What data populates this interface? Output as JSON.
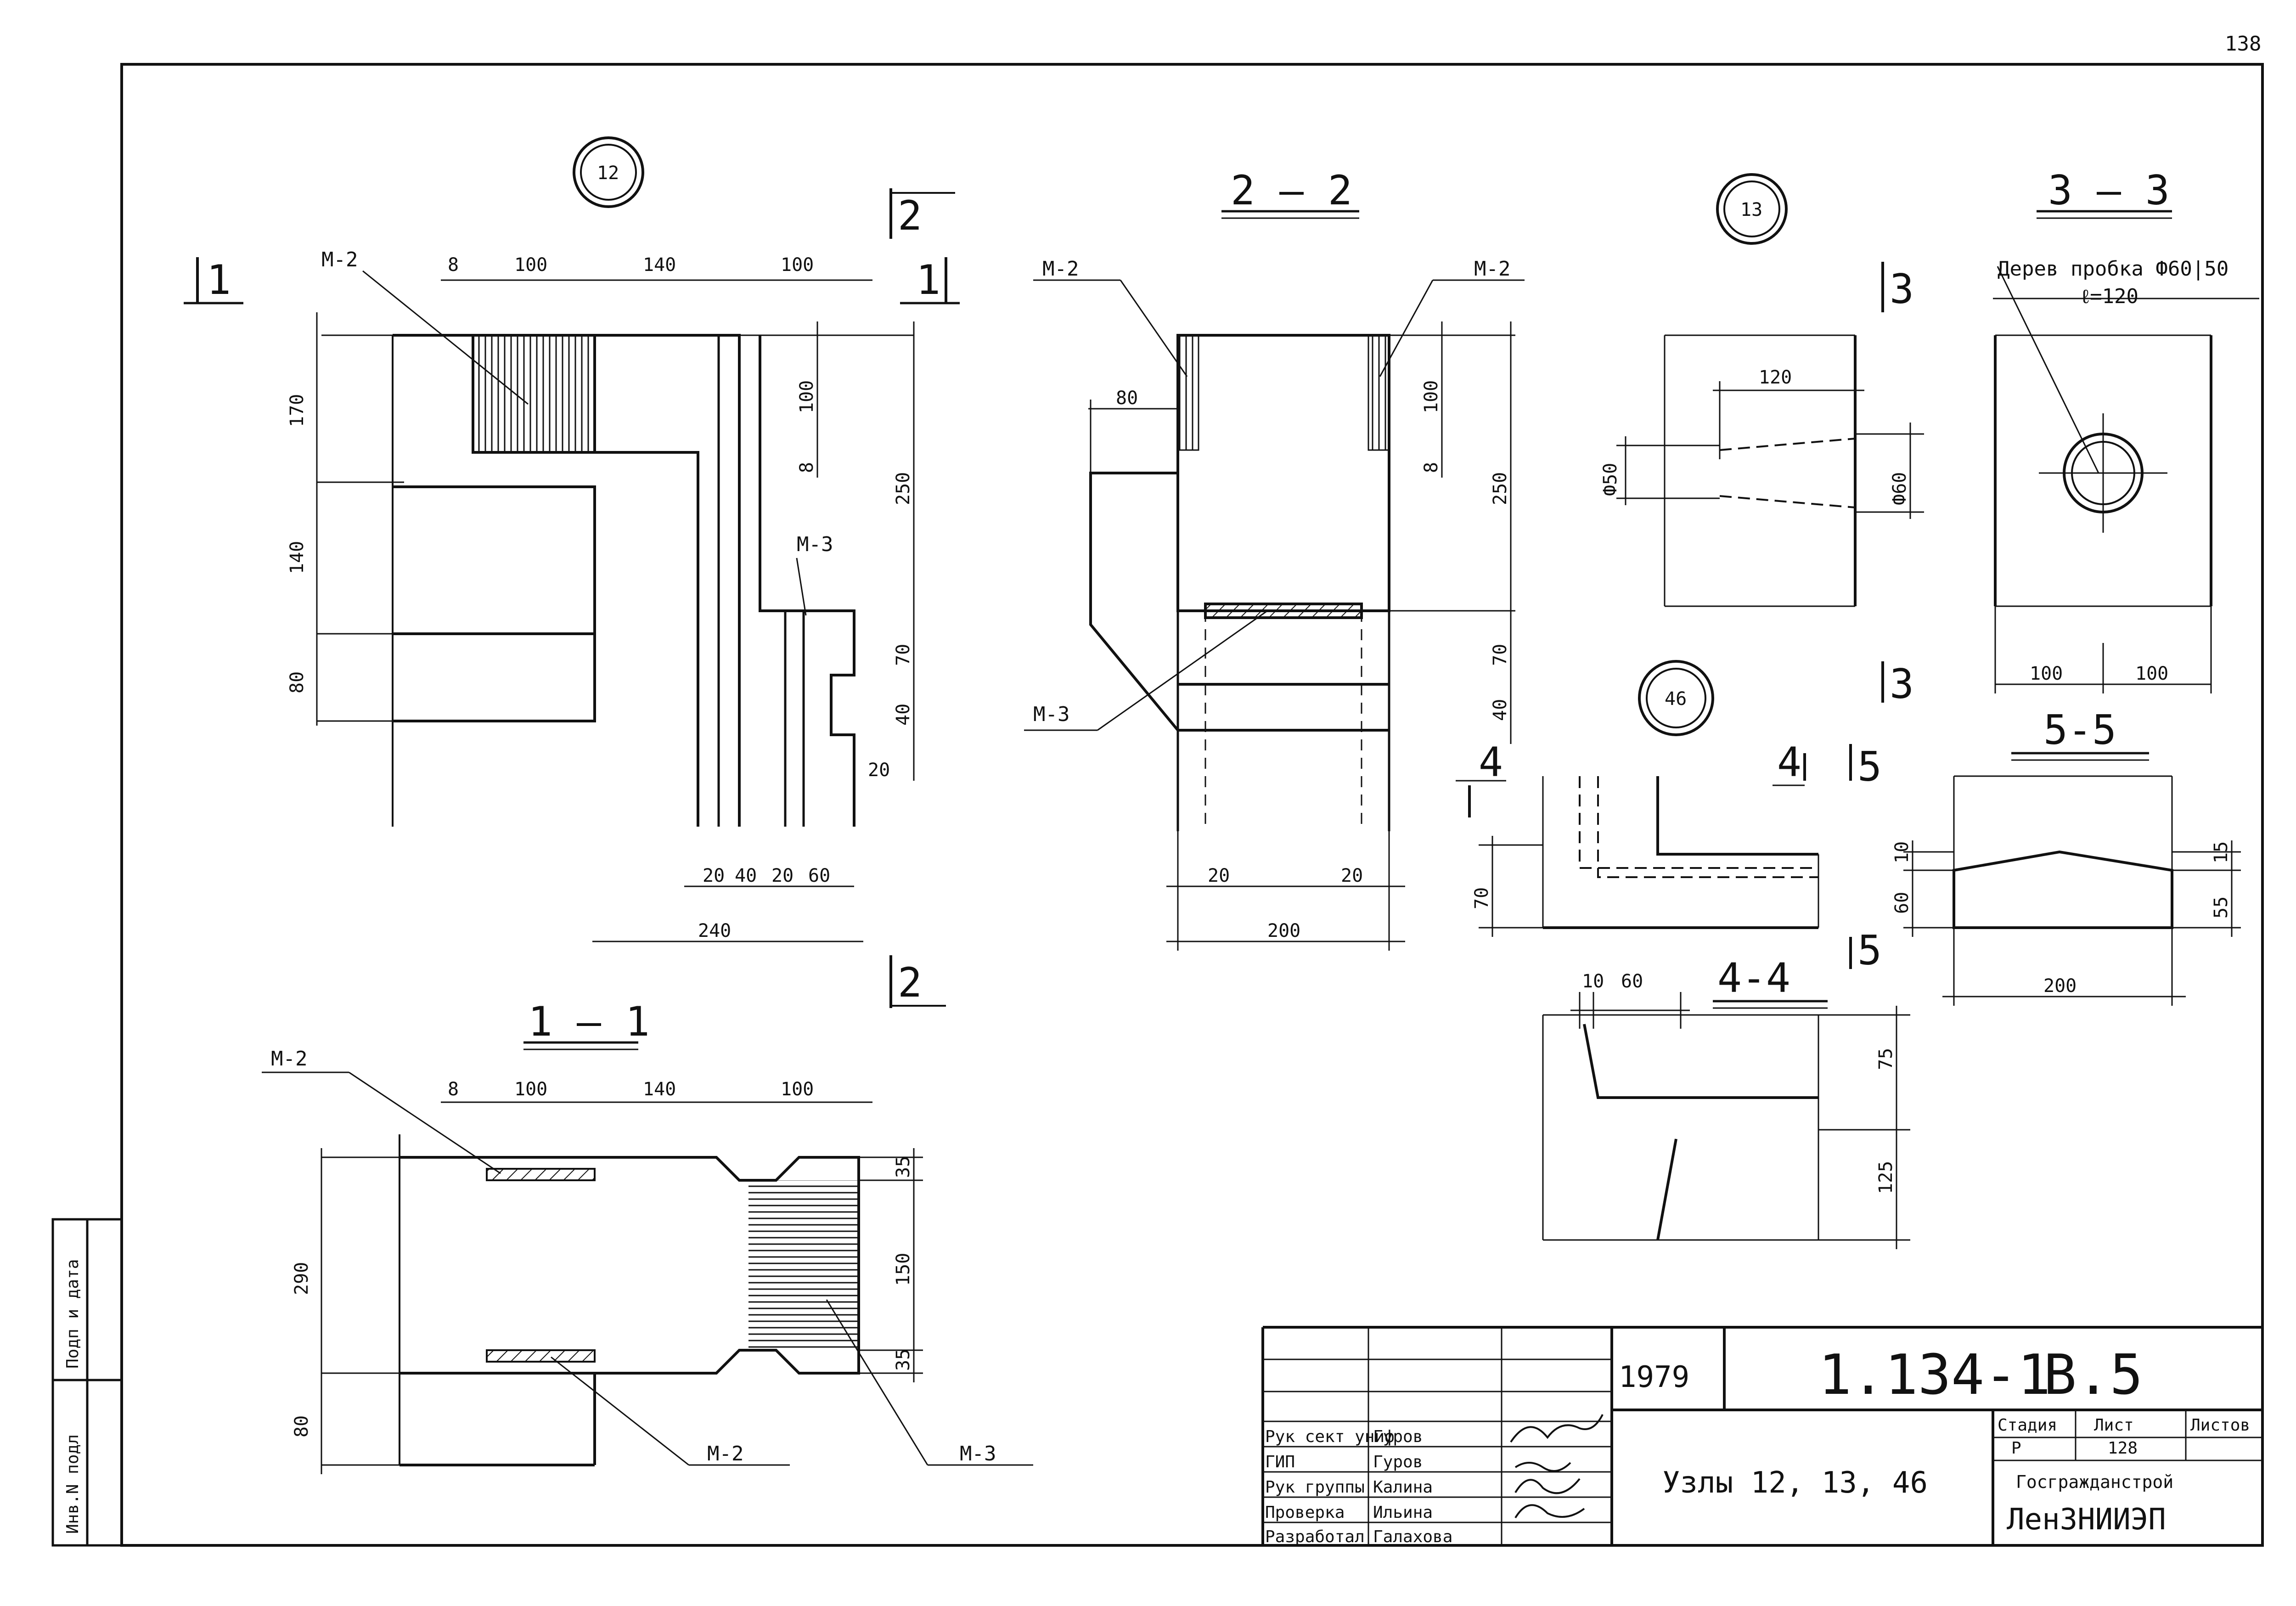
{
  "sheet": {
    "page_number": "138",
    "marker_node12": "12",
    "marker_node13": "13",
    "marker_node46": "46",
    "sec_2_2": "2 — 2",
    "sec_1_1": "1 — 1",
    "sec_3_3": "3 — 3",
    "sec_4_4": "4-4",
    "sec_5_5": "5-5",
    "cut_1": "1",
    "cut_2": "2",
    "cut_3": "3",
    "cut_4": "4",
    "cut_5": "5",
    "m2": "М-2",
    "m3": "М-3",
    "plug_note": "Дерев пробка Ф60|50",
    "plug_len": "ℓ=120",
    "dims": {
      "d8": "8",
      "d100": "100",
      "d140": "140",
      "d170": "170",
      "d80": "80",
      "d250": "250",
      "d70": "70",
      "d40": "40",
      "d20": "20",
      "d60": "60",
      "d240": "240",
      "d200": "200",
      "d120": "120",
      "d50": "Ф50",
      "d60phi": "Ф60",
      "d10": "10",
      "d15": "15",
      "d55": "55",
      "d75": "75",
      "d125": "125",
      "d290": "290",
      "d150": "150",
      "d35": "35"
    }
  },
  "side_stamp": {
    "inv": "Инв.N подл",
    "sign": "Подп и дата"
  },
  "title_block": {
    "year": "1979",
    "series": "1.134-1",
    "issue": "В.5",
    "title": "Узлы 12, 13, 46",
    "org1": "Госгражданстрой",
    "org2": "ЛенЗНИИЭП",
    "stage_h": "Стадия",
    "sheet_h": "Лист",
    "sheets_h": "Листов",
    "stage": "Р",
    "sheet_no": "128",
    "roles": [
      {
        "role": "Рук сект униф",
        "name": "Гуров"
      },
      {
        "role": "ГИП",
        "name": "Гуров"
      },
      {
        "role": "Рук группы",
        "name": "Калина"
      },
      {
        "role": "Проверка",
        "name": "Ильина"
      },
      {
        "role": "Разработал",
        "name": "Галахова"
      }
    ]
  }
}
